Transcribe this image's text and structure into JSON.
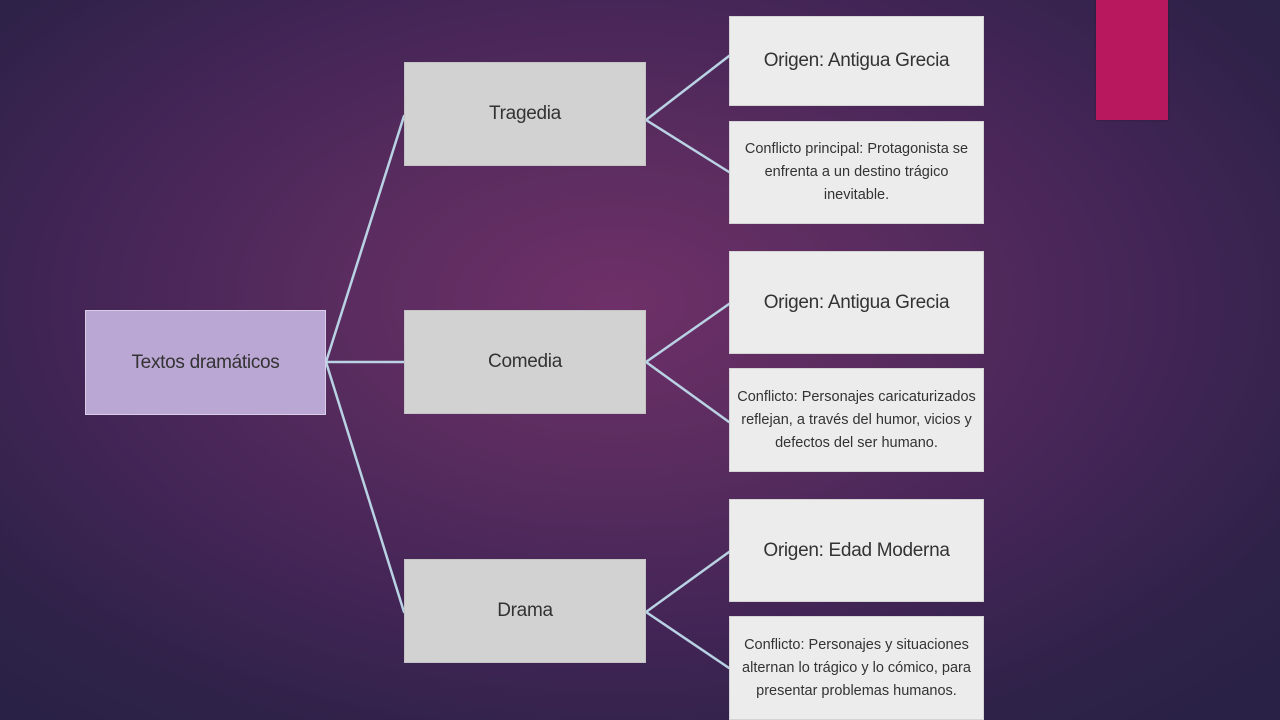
{
  "diagram": {
    "root": {
      "label": "Textos dramáticos"
    },
    "categories": [
      {
        "label": "Tragedia",
        "origin": "Origen: Antigua Grecia",
        "conflict": "Conflicto principal: Protagonista se enfrenta a un destino trágico inevitable."
      },
      {
        "label": "Comedia",
        "origin": "Origen: Antigua Grecia",
        "conflict": "Conflicto: Personajes caricaturizados reflejan, a través del humor, vicios y defectos del ser humano."
      },
      {
        "label": "Drama",
        "origin": "Origen: Edad Moderna",
        "conflict": "Conflicto: Personajes y situaciones alternan lo trágico y lo cómico, para presentar problemas humanos."
      }
    ]
  },
  "colors": {
    "background": "#5a2c5f",
    "accent_bar": "#b8195e",
    "root_box": "#bba7d4",
    "category_box": "#d2d2d2",
    "leaf_box": "#ececec",
    "connector": "#b9d3e4"
  }
}
